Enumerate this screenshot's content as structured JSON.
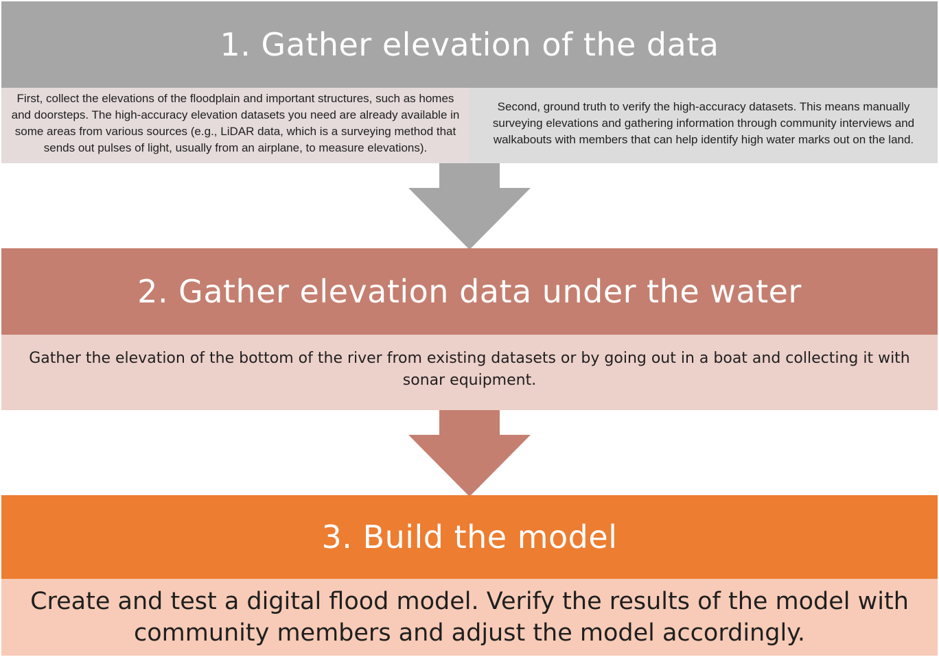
{
  "colors": {
    "step1": "#a6a6a6",
    "step1_left_box": "#e5dbdb",
    "step1_right_box": "#dcdcdc",
    "step2": "#c47f70",
    "step2_box": "#ecd0ca",
    "step3": "#ed7d31",
    "step3_box": "#f7cbb7"
  },
  "steps": [
    {
      "title": "1. Gather elevation of the data",
      "details": [
        "First, collect the elevations of the floodplain and important structures, such as homes and doorsteps. The high-accuracy elevation datasets you need are already available in some areas from various sources (e.g., LiDAR data, which is a surveying method that sends out pulses of light, usually from an airplane, to measure elevations).",
        "Second, ground truth to verify the high-accuracy datasets. This means manually surveying elevations and gathering information through community interviews and walkabouts with members that can help identify high water marks out on the land."
      ]
    },
    {
      "title": "2. Gather elevation data under the water",
      "details": [
        "Gather the elevation of the bottom of the river from existing datasets or by going out in a boat and collecting it with sonar equipment."
      ]
    },
    {
      "title": "3. Build the model",
      "details": [
        "Create and test a digital flood model. Verify the results of the model with community members and adjust the model accordingly."
      ]
    }
  ]
}
